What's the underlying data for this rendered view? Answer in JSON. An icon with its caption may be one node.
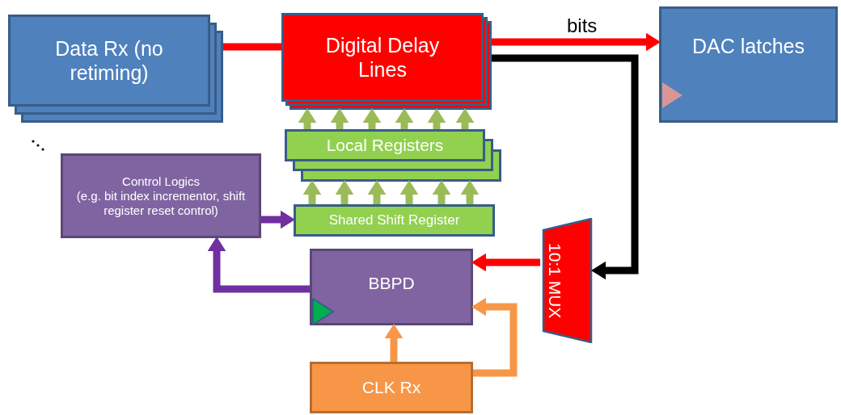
{
  "diagram": {
    "nodes": [
      {
        "text": [
          "Data Rx (no retiming)"
        ]
      },
      {
        "text": [
          "Digital Delay Lines"
        ]
      },
      {
        "text": [
          "DAC latches"
        ]
      },
      {
        "text": [
          "Local Registers"
        ]
      },
      {
        "text": [
          "Control Logics",
          "(e.g. bit index incrementor, shift register reset control)"
        ]
      },
      {
        "text": [
          "Shared Shift Register"
        ]
      },
      {
        "text": [
          "BBPD"
        ]
      },
      {
        "text": [
          "10:1 MUX"
        ]
      },
      {
        "text": [
          "CLK Rx"
        ]
      }
    ],
    "edges": [
      {
        "from": 0,
        "to": 1,
        "arrow": "none",
        "color": "#ff0000"
      },
      {
        "from": 1,
        "to": 2,
        "arrow": "to",
        "label": "bits",
        "color": "#ff0000"
      },
      {
        "from": 1,
        "to": 7,
        "arrow": "to",
        "color": "#000000"
      },
      {
        "from": 7,
        "to": 6,
        "arrow": "to",
        "color": "#ff0000"
      },
      {
        "from": 3,
        "to": 1,
        "arrow": "to"
      },
      {
        "from": 3,
        "to": 1,
        "arrow": "to"
      },
      {
        "from": 3,
        "to": 1,
        "arrow": "to"
      },
      {
        "from": 3,
        "to": 1,
        "arrow": "to"
      },
      {
        "from": 3,
        "to": 1,
        "arrow": "to"
      },
      {
        "from": 3,
        "to": 1,
        "arrow": "to"
      },
      {
        "from": 5,
        "to": 3,
        "arrow": "to"
      },
      {
        "from": 5,
        "to": 3,
        "arrow": "to"
      },
      {
        "from": 5,
        "to": 3,
        "arrow": "to"
      },
      {
        "from": 5,
        "to": 3,
        "arrow": "to"
      },
      {
        "from": 5,
        "to": 3,
        "arrow": "to"
      },
      {
        "from": 5,
        "to": 3,
        "arrow": "to"
      },
      {
        "from": 4,
        "to": 5,
        "arrow": "to",
        "color": "#7030a0"
      },
      {
        "from": 6,
        "to": 4,
        "arrow": "to",
        "color": "#7030a0"
      },
      {
        "from": 8,
        "to": 6,
        "arrow": "to",
        "color": "#f79646"
      },
      {
        "from": 8,
        "to": 6,
        "arrow": "to",
        "color": "#f79646"
      }
    ]
  }
}
